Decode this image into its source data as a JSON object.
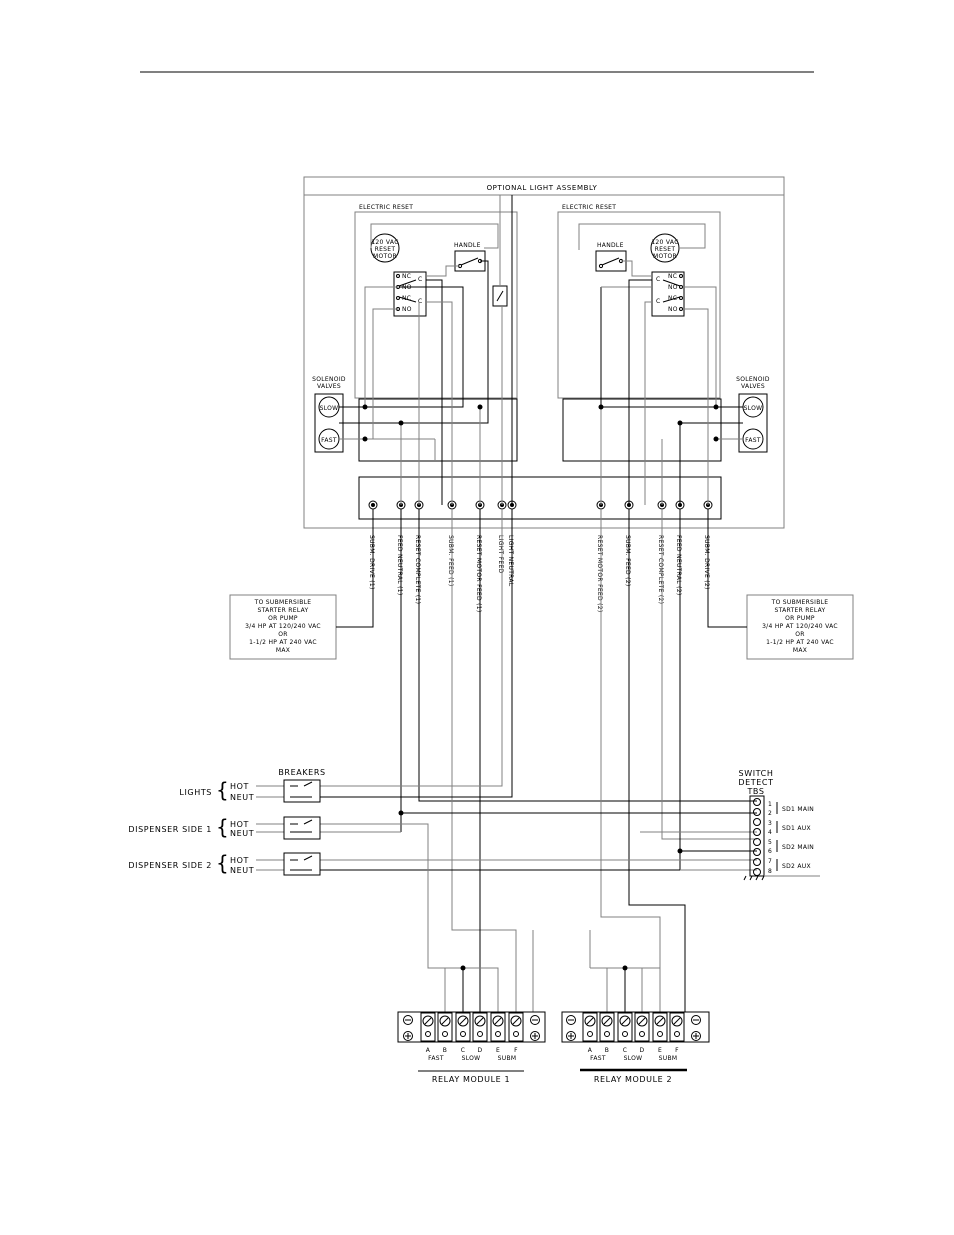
{
  "diagram": {
    "assembly_title": "OPTIONAL LIGHT ASSEMBLY",
    "electric_reset": "ELECTRIC RESET",
    "motor": [
      "120 VAC",
      "RESET",
      "MOTOR"
    ],
    "handle": "HANDLE",
    "contact_nc": "NC",
    "contact_no": "NO",
    "contact_c": "C",
    "solenoid": [
      "SOLENOID",
      "VALVES"
    ],
    "slow": "SLOW",
    "fast": "FAST",
    "wires_left": [
      "SUBM. DRIVE (1)",
      "FEED NEUTRAL (1)",
      "RESET COMPLETE (1)",
      "SUBM. FEED (1)",
      "RESET MOTOR FEED (1)",
      "LIGHT FEED",
      "LIGHT NEUTRAL"
    ],
    "wires_right": [
      "RESET MOTOR FEED (2)",
      "SUBM. FEED (2)",
      "RESET COMPLETE (2)",
      "FEED NEUTRAL (2)",
      "SUBM. DRIVE (2)"
    ],
    "note": [
      "TO SUBMERSIBLE",
      "STARTER RELAY",
      "OR PUMP",
      "3/4 HP AT 120/240 VAC",
      "OR",
      "1-1/2 HP AT 240 VAC",
      "MAX"
    ],
    "breakers": "BREAKERS",
    "sources": [
      "LIGHTS",
      "DISPENSER SIDE 1",
      "DISPENSER SIDE 2"
    ],
    "hot": "HOT",
    "neut": "NEUT",
    "switch_detect": [
      "SWITCH",
      "DETECT",
      "TBS"
    ],
    "tb_numbers": [
      "1",
      "2",
      "3",
      "4",
      "5",
      "6",
      "7",
      "8"
    ],
    "tb_labels": [
      "SD1 MAIN",
      "SD1 AUX",
      "SD2 MAIN",
      "SD2 AUX"
    ],
    "relay_letters": [
      "A",
      "B",
      "C",
      "D",
      "E",
      "F"
    ],
    "relay_groups": [
      "FAST",
      "SLOW",
      "SUBM"
    ],
    "relay_module_1": "RELAY MODULE 1",
    "relay_module_2": "RELAY MODULE 2",
    "terminal_plus": "⊕",
    "terminal_minus": "⊖"
  }
}
